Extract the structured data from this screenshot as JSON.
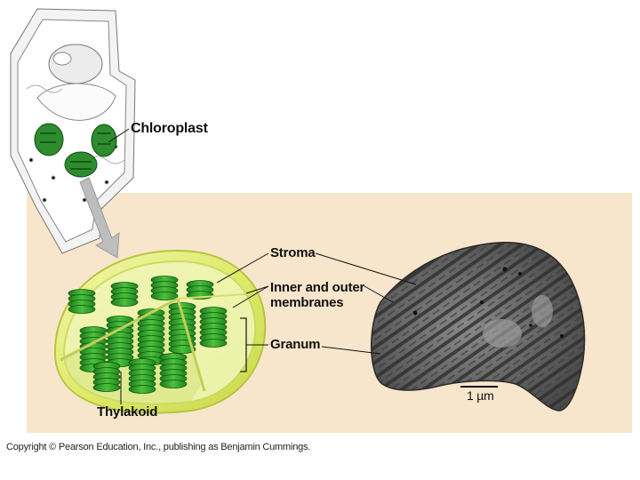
{
  "labels": {
    "chloroplast": "Chloroplast",
    "stroma": "Stroma",
    "membranes": "Inner and outer membranes",
    "granum": "Granum",
    "thylakoid": "Thylakoid",
    "scale_bar": "1 µm"
  },
  "footer": {
    "copyright": "Copyright © Pearson Education, Inc., publishing as Benjamin Cummings."
  },
  "colors": {
    "panel": "#f8e6cc",
    "chloroplast_green": "#2f9e2a",
    "envelope": "#e4ef7a",
    "micrograph_gray": "#6e6e6e"
  }
}
